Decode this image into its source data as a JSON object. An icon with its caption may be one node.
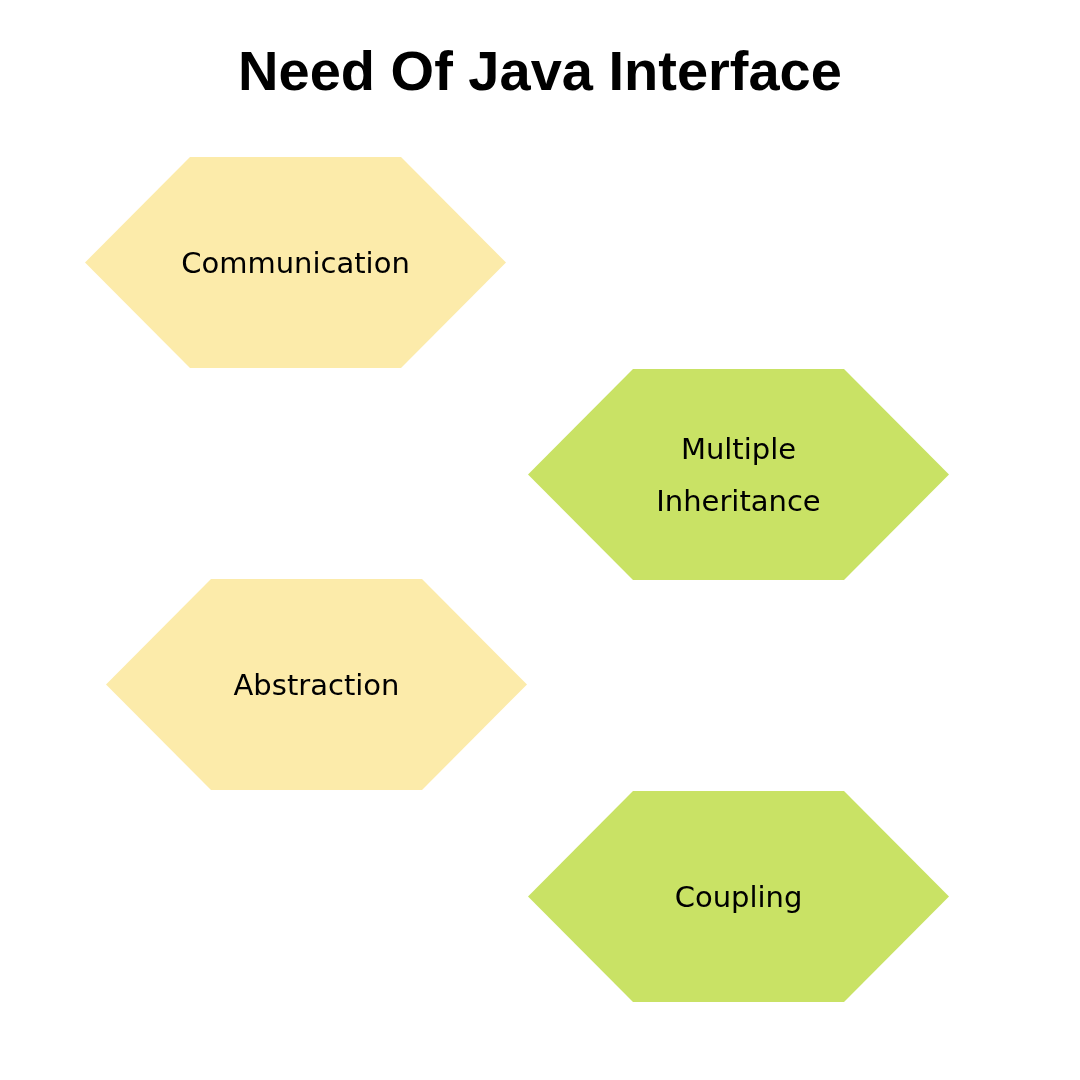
{
  "diagram": {
    "title": "Need Of Java Interface",
    "nodes": [
      {
        "text": [
          "Communication"
        ]
      },
      {
        "text": [
          "Multiple Inheritance"
        ]
      },
      {
        "text": [
          "Abstraction"
        ]
      },
      {
        "text": [
          "Coupling"
        ]
      }
    ]
  }
}
